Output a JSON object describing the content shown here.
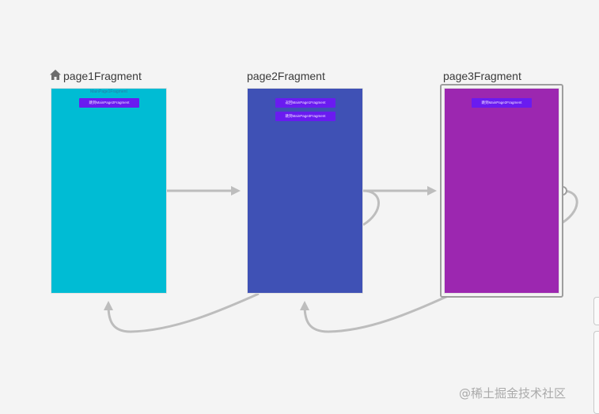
{
  "destinations": [
    {
      "label": "page1Fragment",
      "is_start": true,
      "screen_title": "MainPage1Fragment",
      "buttons": [
        "跳到MainPage2Fragment"
      ],
      "color": "#00bcd4"
    },
    {
      "label": "page2Fragment",
      "is_start": false,
      "screen_title": "",
      "buttons": [
        "返回MainPage1Fragment",
        "跳到MainPage3Fragment"
      ],
      "color": "#3f51b5"
    },
    {
      "label": "page3Fragment",
      "is_start": false,
      "selected": true,
      "screen_title": "",
      "buttons": [
        "跳到MainPage2Fragment"
      ],
      "color": "#9c27b0"
    }
  ],
  "actions": [
    {
      "from": "page1Fragment",
      "to": "page2Fragment"
    },
    {
      "from": "page2Fragment",
      "to": "page3Fragment"
    },
    {
      "from": "page2Fragment",
      "to": "page1Fragment"
    },
    {
      "from": "page3Fragment",
      "to": "page2Fragment"
    },
    {
      "from": "page2Fragment",
      "to": "page2Fragment"
    },
    {
      "from": "page3Fragment",
      "to": "page3Fragment"
    }
  ],
  "colors": {
    "button": "#6a1bf0",
    "connector": "#bdbdbd",
    "selection": "#9e9e9e"
  },
  "watermark": "@稀土掘金技术社区"
}
